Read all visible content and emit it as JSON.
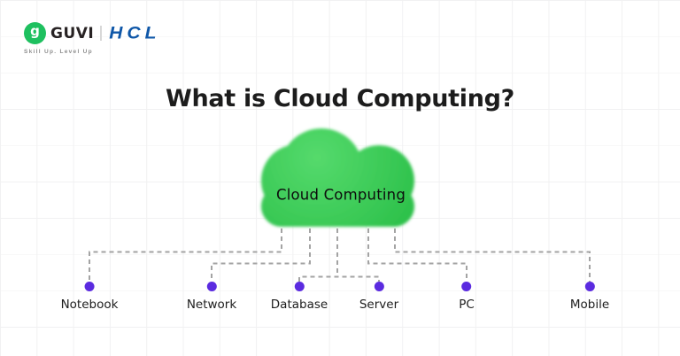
{
  "brand": {
    "guvi_icon_letter": "g",
    "guvi": "GUVI",
    "hcl": "HCL",
    "tagline": "Skill Up. Level Up"
  },
  "title": "What is Cloud Computing?",
  "diagram": {
    "cloud_label": "Cloud Computing",
    "nodes": [
      "Notebook",
      "Network",
      "Database",
      "Server",
      "PC",
      "Mobile"
    ]
  },
  "colors": {
    "guvi_green": "#1ec05f",
    "hcl_blue": "#0f57a8",
    "cloud_green": "#1fb83f",
    "cloud_green_light": "#55da6c",
    "connector_gray": "#a3a3a3",
    "dot_purple": "#5b2be0",
    "title_black": "#1c1c1c",
    "grid_line": "#f1f1f2"
  }
}
